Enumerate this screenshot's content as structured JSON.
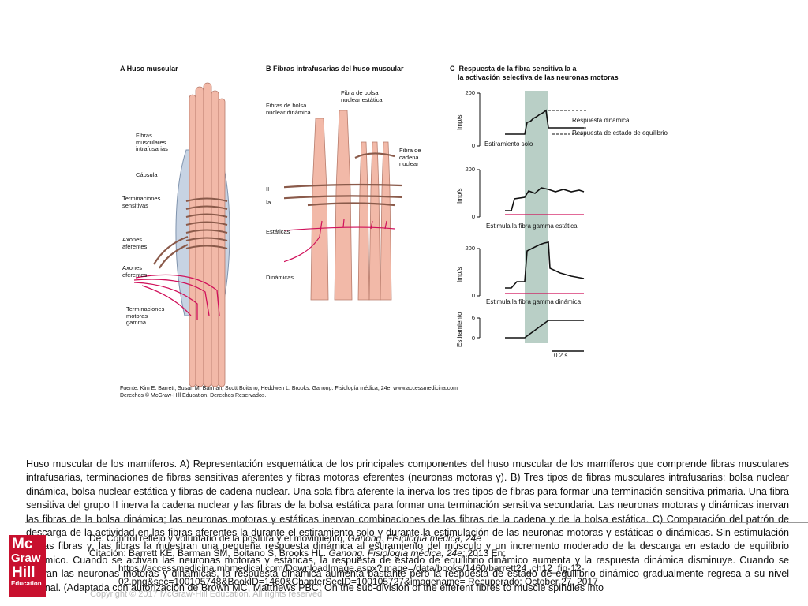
{
  "figure": {
    "panelA": {
      "title": "A  Huso muscular",
      "labels": {
        "fibras": "Fibras\nmusculares\nintrafusarias",
        "capsula": "Cápsula",
        "terminaciones": "Terminaciones\nsensitivas",
        "axones_af": "Axones\naferentes",
        "axones_ef": "Axones\neferentes",
        "gamma": "Terminaciones\nmotoras\ngamma"
      }
    },
    "panelB": {
      "title": "B  Fibras intrafusarias del huso muscular",
      "labels": {
        "bolsa_dinamica": "Fibras de bolsa\nnuclear dinámica",
        "bolsa_estatica": "Fibra de bolsa\nnuclear estática",
        "cadena": "Fibra de\ncadena\nnuclear",
        "II": "II",
        "Ia": "Ia",
        "estaticas": "Estáticas",
        "dinamicas": "Dinámicas"
      }
    },
    "panelC": {
      "title": "C  Respuesta de la fibra sensitiva Ia a\n    la activación selectiva de las neuronas motoras",
      "ylabel_imp": "Imp/s",
      "ylabel_stretch": "Estiramiento",
      "ticks_imp": [
        "200",
        "0"
      ],
      "ticks_stretch": [
        "6",
        "0"
      ],
      "respuesta_dinamica": "Respuesta dinámica",
      "respuesta_equilibrio": "Respuesta de estado de equilibrio",
      "trace1": "Estiramiento solo",
      "trace2": "Estimula la fibra gamma estática",
      "trace3": "Estimula la fibra gamma dinámica",
      "scale": "0.2 s"
    },
    "source": "Fuente: Kim E. Barrett, Susan M. Barman, Scott Boitano, Heddwen L. Brooks: Ganong. Fisiología médica, 24e: www.accessmedicina.com\nDerechos © McGraw-Hill Education. Derechos Reservados."
  },
  "caption": "Huso muscular de los mamíferos. A) Representación esquemática de los principales componentes del huso muscular de los mamíferos que comprende fibras musculares intrafusarias, terminaciones de fibras sensitivas aferentes y fibras motoras eferentes (neuronas motoras γ). B) Tres tipos de fibras musculares intrafusarias: bolsa nuclear dinámica, bolsa nuclear estática y fibras de cadena nuclear. Una sola fibra aferente la inerva los tres tipos de fibras para formar una terminación sensitiva primaria. Una fibra sensitiva del grupo II inerva la cadena nuclear y las fibras de la bolsa estática para formar una terminación sensitiva secundaria. Las neuronas motoras γ dinámicas inervan las fibras de la bolsa dinámica; las neuronas motoras γ estáticas inervan combinaciones de las fibras de la cadena y de la bolsa estática. C) Comparación del patrón de descarga de la actividad en las fibras aferentes la durante el estiramiento solo y durante la estimulación de las neuronas motoras γ estáticas o dinámicas. Sin estimulación de las fibras γ, las fibras la muestran una pequeña respuesta dinámica al estiramiento del músculo y un incremento moderado de la descarga en estado de equilibrio dinámico. Cuando se activan las neuronas motoras γ estáticas, la respuesta de estado de equilibrio dinámico aumenta y la respuesta dinámica disminuye. Cuando se activan las neuronas motoras γ dinámicas, la respuesta dinámica aumenta bastante pero la respuesta de estado de equilibrio dinámico gradualmente regresa a su nivel original. (Adaptada con autorización de Brown MC, Matthews PBC: On the sub-division of the efferent fibres to muscle spindles into",
  "footer": {
    "logo_lines": [
      "Mc",
      "Graw",
      "Hill",
      "Education"
    ],
    "citation_de_prefix": "De: Control reflejo y voluntario de la postura y el movimiento, ",
    "citation_de_book": "Ganong. Fisiología médica, 24e",
    "citation_line2_prefix": "Citación: Barrett KE, Barman SM, Boitano S, Brooks HL. ",
    "citation_line2_book": "Ganong. Fisiología médica, 24e;",
    "citation_line2_suffix": " 2013 En:",
    "url_line1": "https://accessmedicina.mhmedical.com/DownloadImage.aspx?image=/data/books/1460/barrett24_ch12_fig-12-",
    "url_line2": "02.png&sec=100105748&BookID=1460&ChapterSecID=100105727&imagename= Recuperado: October 27, 2017",
    "copyright": "Copyright © 2017 McGraw-Hill Education. All rights reserved"
  }
}
